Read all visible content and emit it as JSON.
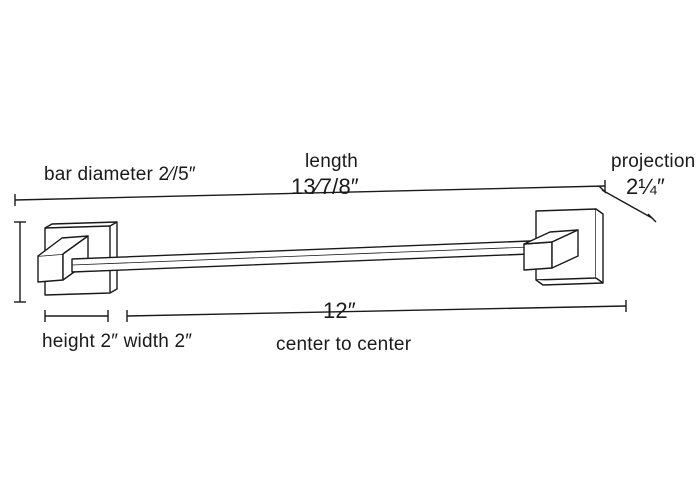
{
  "labels": {
    "bar_diameter": "bar diameter 2⁄/5″",
    "length_title": "length",
    "length_value": "13⁄7/8″",
    "projection_title": "projection",
    "projection_value": "2¼″",
    "height_width": "height 2″ width 2″",
    "center_value": "12″",
    "center_caption": "center to center"
  },
  "colors": {
    "ink": "#1a1a1a",
    "background": "#ffffff"
  }
}
